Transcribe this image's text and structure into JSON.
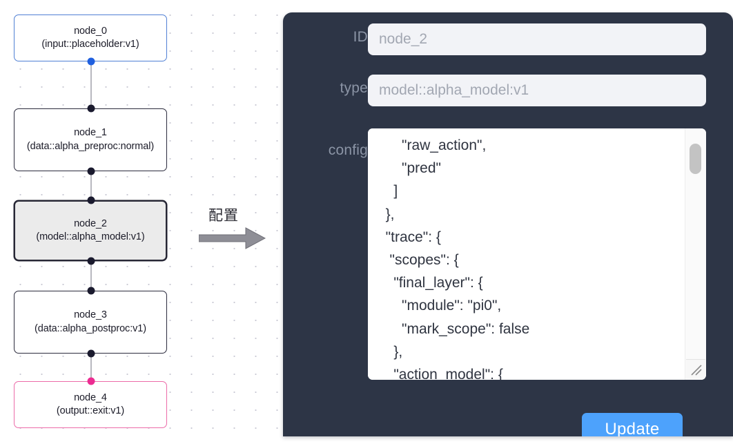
{
  "graph": {
    "nodes": [
      {
        "id": "node_0",
        "title": "node_0",
        "subtitle": "(input::placeholder:v1)",
        "style": "input"
      },
      {
        "id": "node_1",
        "title": "node_1",
        "subtitle": "(data::alpha_preproc:normal)",
        "style": "default"
      },
      {
        "id": "node_2",
        "title": "node_2",
        "subtitle": "(model::alpha_model:v1)",
        "style": "selected"
      },
      {
        "id": "node_3",
        "title": "node_3",
        "subtitle": "(data::alpha_postproc:v1)",
        "style": "default"
      },
      {
        "id": "node_4",
        "title": "node_4",
        "subtitle": "(output::exit:v1)",
        "style": "output"
      }
    ],
    "colors": {
      "input_border": "#4f7fd4",
      "output_border": "#ec6aa8",
      "default_border": "#2a2a3c",
      "selected_fill": "#ebebeb",
      "edge": "#b8b8bf",
      "port_default": "#1a1a2e",
      "port_input": "#2060df",
      "port_output": "#ec2c92"
    }
  },
  "flow": {
    "label": "配置",
    "arrow_icon": "right-arrow-icon"
  },
  "inspector": {
    "panel_bg": "#2d3546",
    "fields": [
      {
        "key": "id",
        "label": "ID",
        "value": "node_2"
      },
      {
        "key": "type",
        "label": "type",
        "value": "model::alpha_model:v1"
      },
      {
        "key": "config",
        "label": "config",
        "value": ""
      }
    ],
    "config_text": "      \"raw_action\",\n      \"pred\"\n    ]\n  },\n  \"trace\": {\n   \"scopes\": {\n    \"final_layer\": {\n      \"module\": \"pi0\",\n      \"mark_scope\": false\n    },\n    \"action_model\": {",
    "scrollbar": {
      "thumb_position": "top",
      "icon": "scrollbar-thumb"
    },
    "resize_handle_icon": "resize-grip-icon",
    "update_button": {
      "label": "Update",
      "color": "#4da2fc"
    }
  }
}
